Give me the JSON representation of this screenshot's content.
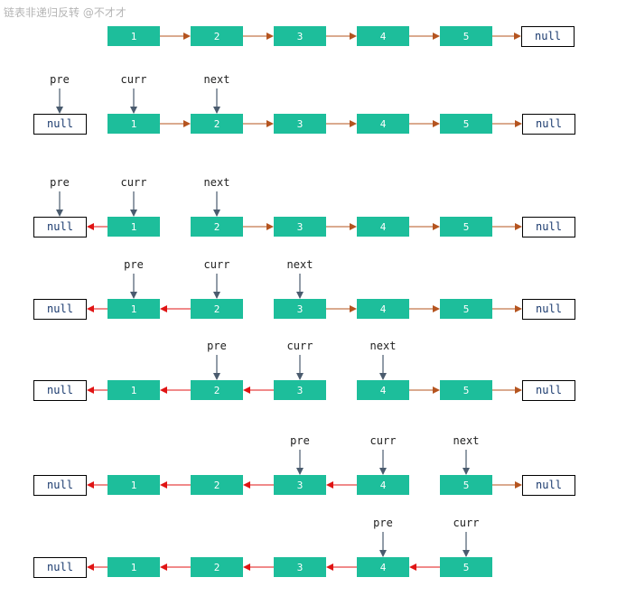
{
  "title": "链表非递归反转 @不才才",
  "null_label": "null",
  "colors": {
    "node_fill": "#1dbe9b",
    "node_text": "#ffffff",
    "forward_arrow": "#b5541f",
    "reversed_arrow": "#e01414",
    "pointer_arrow": "#4a5b6e",
    "label_text": "#222222",
    "title_text": "#b5b5b5"
  },
  "steps": [
    {
      "nodes": [
        "1",
        "2",
        "3",
        "4",
        "5"
      ],
      "left_null": false,
      "links": [
        "f",
        "f",
        "f",
        "f",
        "f"
      ],
      "pointers": []
    },
    {
      "nodes": [
        "1",
        "2",
        "3",
        "4",
        "5"
      ],
      "left_null": true,
      "links": [
        "none",
        "f",
        "f",
        "f",
        "f",
        "f"
      ],
      "pointers": [
        {
          "label": "pre",
          "target": "null"
        },
        {
          "label": "curr",
          "target": "1"
        },
        {
          "label": "next",
          "target": "2"
        }
      ]
    },
    {
      "nodes": [
        "1",
        "2",
        "3",
        "4",
        "5"
      ],
      "left_null": true,
      "links": [
        "r",
        "none",
        "f",
        "f",
        "f",
        "f"
      ],
      "pointers": [
        {
          "label": "pre",
          "target": "null"
        },
        {
          "label": "curr",
          "target": "1"
        },
        {
          "label": "next",
          "target": "2"
        }
      ]
    },
    {
      "nodes": [
        "1",
        "2",
        "3",
        "4",
        "5"
      ],
      "left_null": true,
      "links": [
        "r",
        "r",
        "none",
        "f",
        "f",
        "f"
      ],
      "pointers": [
        {
          "label": "pre",
          "target": "1"
        },
        {
          "label": "curr",
          "target": "2"
        },
        {
          "label": "next",
          "target": "3"
        }
      ]
    },
    {
      "nodes": [
        "1",
        "2",
        "3",
        "4",
        "5"
      ],
      "left_null": true,
      "links": [
        "r",
        "r",
        "r",
        "none",
        "f",
        "f"
      ],
      "pointers": [
        {
          "label": "pre",
          "target": "2"
        },
        {
          "label": "curr",
          "target": "3"
        },
        {
          "label": "next",
          "target": "4"
        }
      ]
    },
    {
      "nodes": [
        "1",
        "2",
        "3",
        "4",
        "5"
      ],
      "left_null": true,
      "links": [
        "r",
        "r",
        "r",
        "r",
        "none",
        "f"
      ],
      "pointers": [
        {
          "label": "pre",
          "target": "3"
        },
        {
          "label": "curr",
          "target": "4"
        },
        {
          "label": "next",
          "target": "5"
        }
      ]
    },
    {
      "nodes": [
        "1",
        "2",
        "3",
        "4",
        "5"
      ],
      "left_null": true,
      "right_null": false,
      "links": [
        "r",
        "r",
        "r",
        "r",
        "r"
      ],
      "pointers": [
        {
          "label": "pre",
          "target": "4"
        },
        {
          "label": "curr",
          "target": "5"
        }
      ]
    }
  ]
}
